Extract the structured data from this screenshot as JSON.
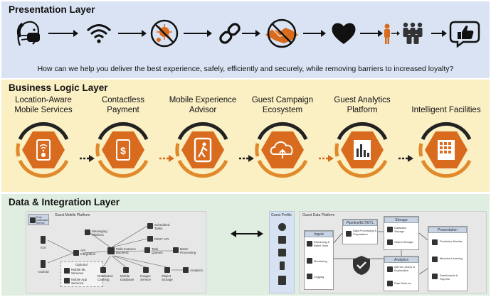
{
  "presentation": {
    "title": "Presentation Layer",
    "icons": [
      "face-mask-icon",
      "wifi-icon",
      "no-virus-icon",
      "link-icon",
      "no-handshake-icon",
      "heart-icon",
      "people-icon",
      "thumbs-up-chat-icon"
    ],
    "question": "How can we help you deliver the best experience, safely, efficiently and securely, while removing barriers to increased loyalty?"
  },
  "business": {
    "title": "Business Logic Layer",
    "items": [
      {
        "label1": "Location-Aware",
        "label2": "Mobile Services",
        "icon": "phone-wifi-icon"
      },
      {
        "label1": "Contactless",
        "label2": "Payment",
        "icon": "phone-dollar-icon"
      },
      {
        "label1": "Mobile Experience",
        "label2": "Advisor",
        "icon": "phone-walker-icon"
      },
      {
        "label1": "Guest Campaign",
        "label2": "Ecosystem",
        "icon": "cloud-icon"
      },
      {
        "label1": "Guest Analytics",
        "label2": "Platform",
        "icon": "bar-chart-icon"
      },
      {
        "label1": "Intelligent Facilities",
        "label2": "",
        "icon": "building-icon"
      }
    ],
    "colors": {
      "hex": "#d96b1e",
      "ring": "#e08a2c",
      "ring_dark": "#222222",
      "arrow_orange": "#d96b1e"
    }
  },
  "data_layer": {
    "title": "Data & Integration Layer",
    "mobile_platform": {
      "title": "Guest Mobile Platform",
      "push": "Push Notification Service",
      "ios": "iOS",
      "android": "Android",
      "messaging": "Messaging Platform",
      "api": "API Integration",
      "optional": "Optional",
      "ml_services": "Mobile ML Services",
      "app_services": "Mobile App Services",
      "backend": "Multi-Instance Backend",
      "scheduled": "Scheduled Tasks",
      "rest": "REST API",
      "task_queues": "Task Queues",
      "batch": "Batch Processing",
      "caching": "Distributed Caching",
      "mobile_db": "Mobile Database",
      "images": "Images Service",
      "object": "Object Storage",
      "analytics": "Analytics"
    },
    "profile": {
      "title": "Guest Profile"
    },
    "data_platform": {
      "title": "Guest Data Platform",
      "ingest": "Ingest",
      "streaming": "Streaming & Batch Data",
      "monitoring": "Monitoring",
      "logging": "Logging",
      "pipeline": "Pipeline/ELT/ETL",
      "processing": "Data Processing & Preparation",
      "storage": "Storage",
      "database": "Database Storage",
      "object": "Object Storage",
      "analytics": "Analytics",
      "query": "Ad-Hoc Query & Exploration",
      "science": "Data Science",
      "presentation": "Presentation",
      "predictive": "Predictive Models",
      "ml": "Machine Learning",
      "dashboards": "Dashboards & Reports"
    }
  }
}
